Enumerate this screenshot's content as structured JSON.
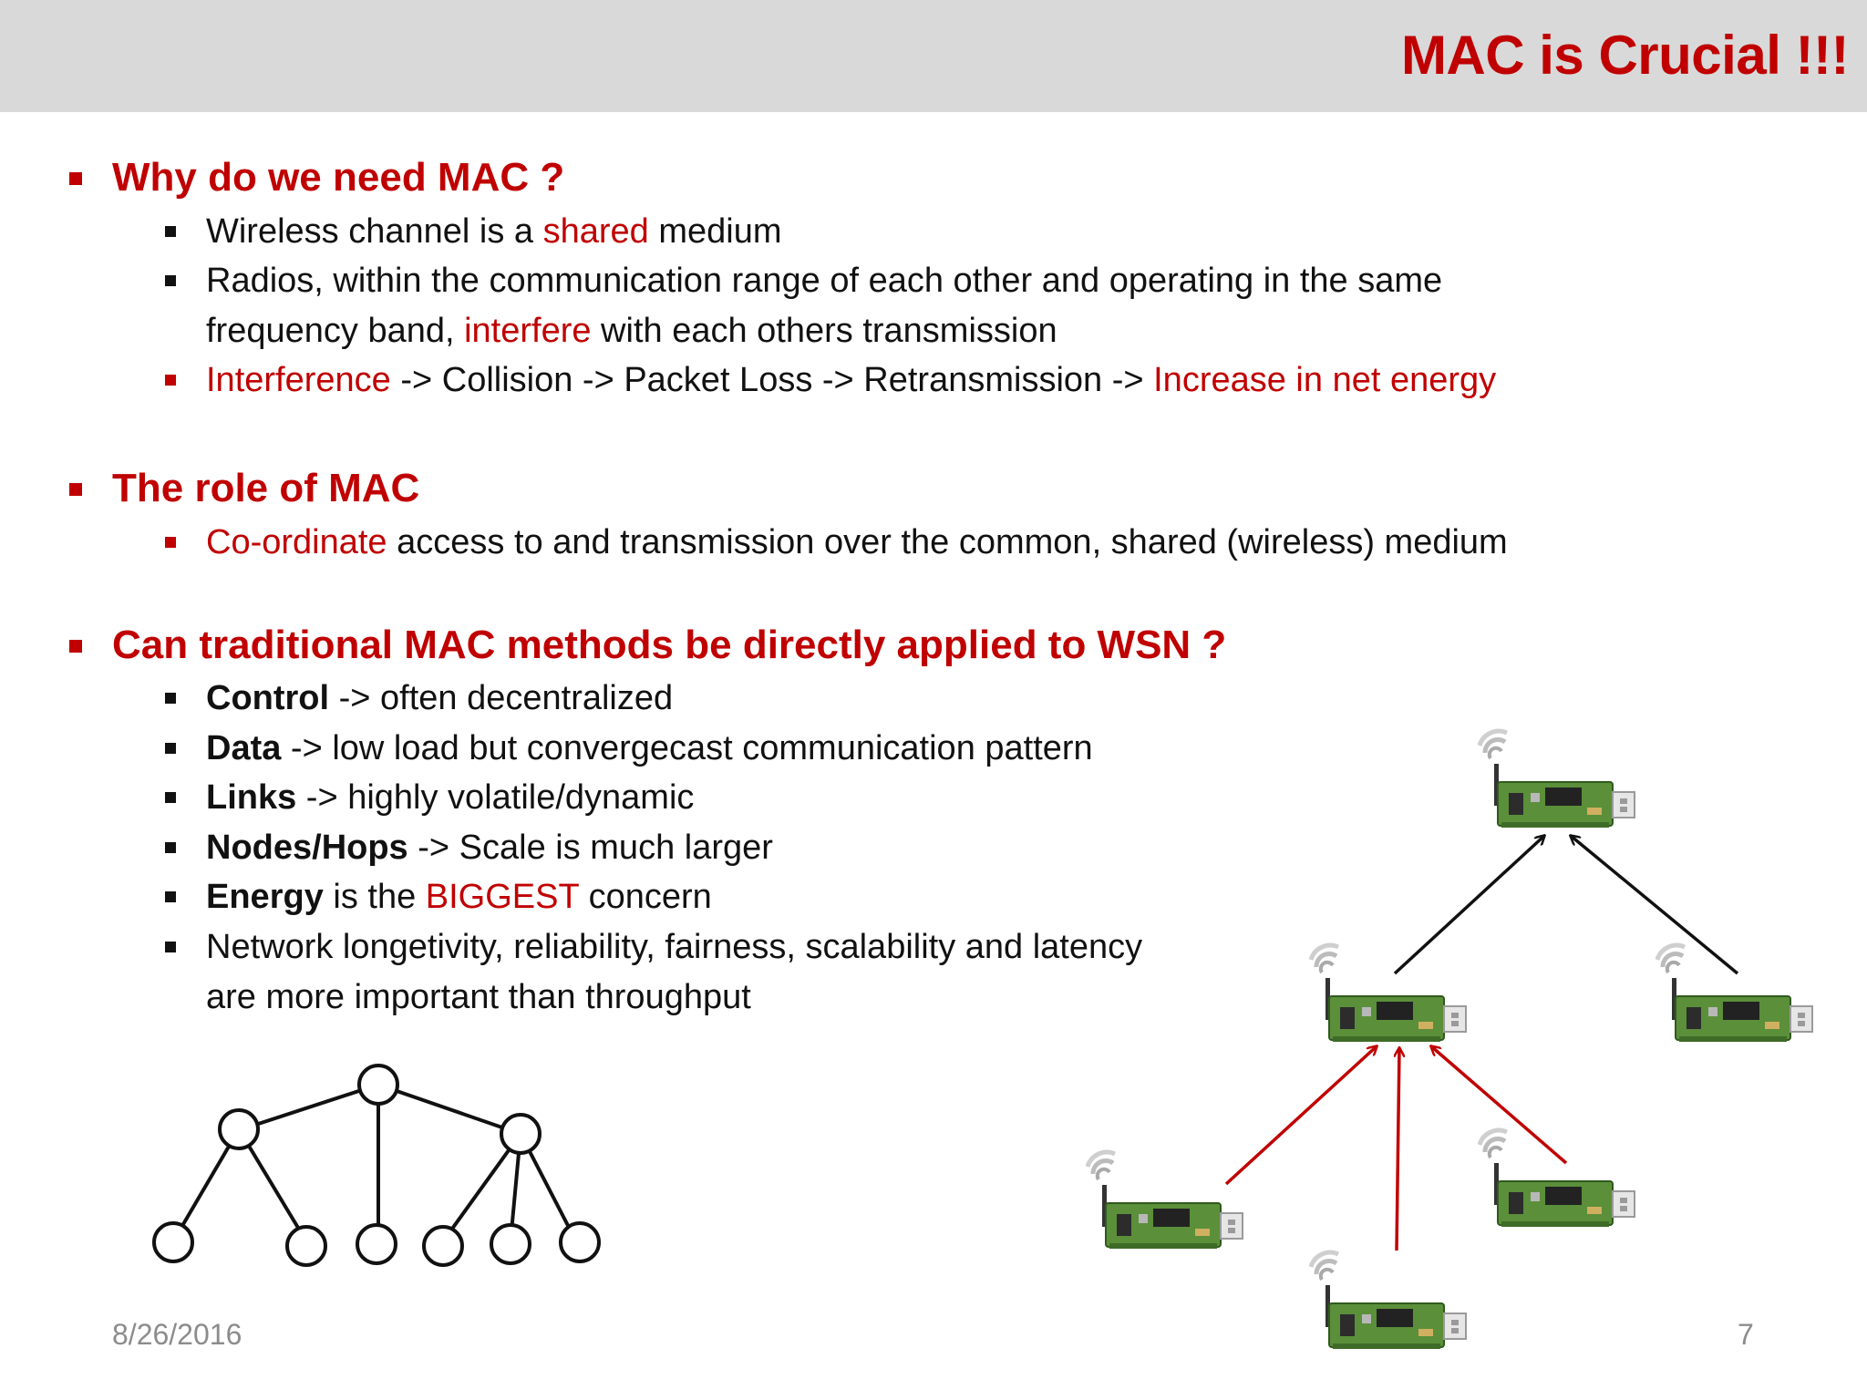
{
  "slide": {
    "title": "MAC is Crucial !!!",
    "date": "8/26/2016",
    "page_number": "7"
  },
  "section1": {
    "heading": "Why do we need MAC ?",
    "b1": {
      "pre": "Wireless channel is a ",
      "hl": "shared",
      "post": " medium"
    },
    "b2": {
      "line1": "Radios, within the communication range of each other and operating in the same",
      "pre": "frequency band, ",
      "hl": "interfere",
      "post": " with each others transmission"
    },
    "b3": {
      "hl1": "Interference",
      "mid": " -> Collision -> Packet Loss -> Retransmission -> ",
      "hl2": "Increase in net energy"
    }
  },
  "section2": {
    "heading": "The role of MAC",
    "b1": {
      "hl": "Co-ordinate",
      "post": " access to and transmission over the common, shared (wireless) medium"
    }
  },
  "section3": {
    "heading": "Can traditional MAC methods be directly applied to WSN ?",
    "b1": {
      "bold": "Control",
      "post": " -> often decentralized"
    },
    "b2": {
      "bold": "Data",
      "post": " -> low load but convergecast communication pattern"
    },
    "b3": {
      "bold": "Links",
      "post": " -> highly volatile/dynamic"
    },
    "b4": {
      "bold": "Nodes/Hops",
      "post": " -> Scale is much larger"
    },
    "b5": {
      "bold": "Energy",
      "mid": " is the ",
      "hl": "BIGGEST",
      "post": " concern"
    },
    "b6": {
      "line1": "Network longetivity, reliability, fairness, scalability and latency",
      "line2": "are more important than throughput"
    }
  },
  "colors": {
    "accent": "#c00000",
    "header_bg": "#d9d9d9",
    "board_green": "#5b8f3a",
    "footer_text": "#8c8c8c"
  },
  "icons": [
    "tree-topology-icon",
    "sensor-node-icon",
    "wireless-signal-icon"
  ]
}
